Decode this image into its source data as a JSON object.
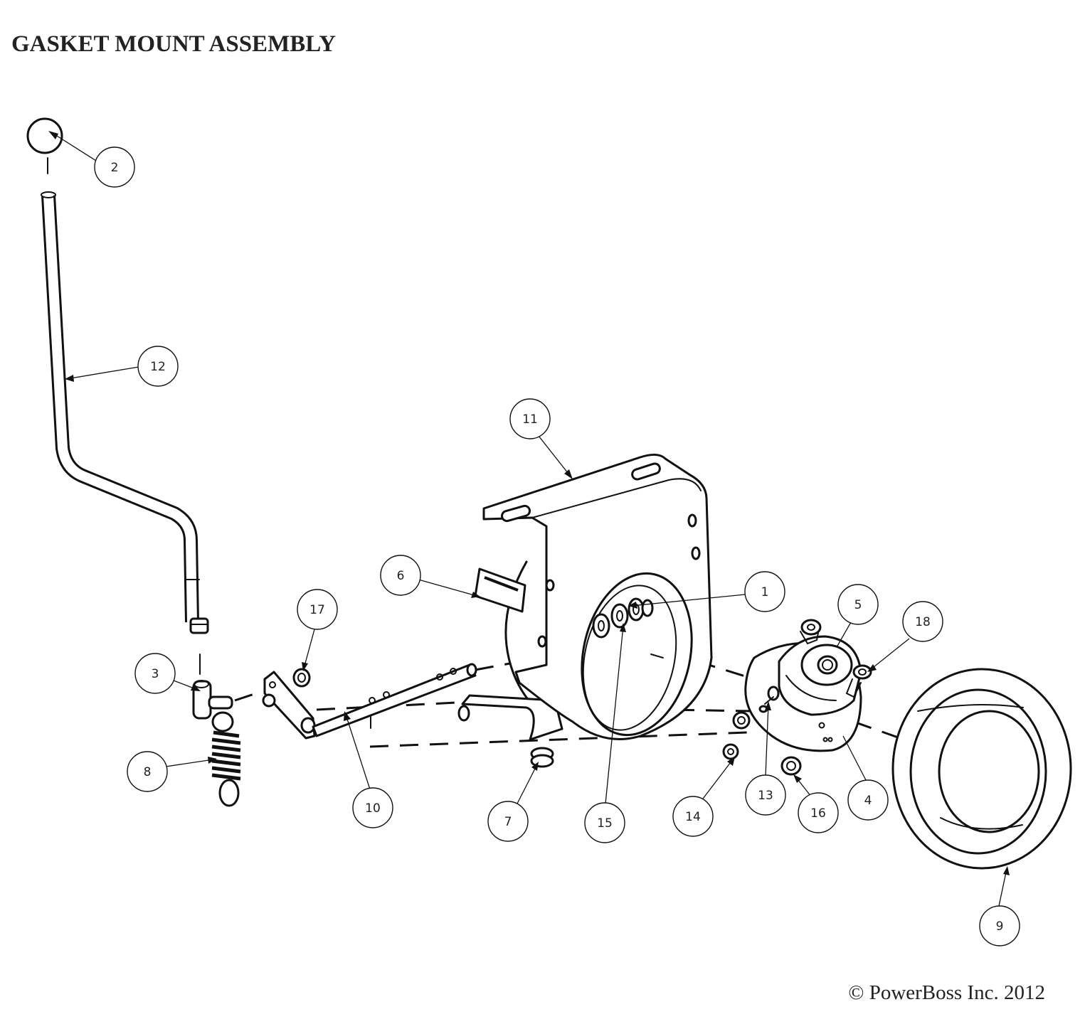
{
  "title": "GASKET MOUNT ASSEMBLY",
  "copyright": "© PowerBoss Inc. 2012",
  "callouts": [
    {
      "id": "1",
      "label": "1"
    },
    {
      "id": "2",
      "label": "2"
    },
    {
      "id": "3",
      "label": "3"
    },
    {
      "id": "4",
      "label": "4"
    },
    {
      "id": "5",
      "label": "5"
    },
    {
      "id": "6",
      "label": "6"
    },
    {
      "id": "7",
      "label": "7"
    },
    {
      "id": "8",
      "label": "8"
    },
    {
      "id": "9",
      "label": "9"
    },
    {
      "id": "10",
      "label": "10"
    },
    {
      "id": "11",
      "label": "11"
    },
    {
      "id": "12",
      "label": "12"
    },
    {
      "id": "13",
      "label": "13"
    },
    {
      "id": "14",
      "label": "14"
    },
    {
      "id": "15",
      "label": "15"
    },
    {
      "id": "16",
      "label": "16"
    },
    {
      "id": "17",
      "label": "17"
    },
    {
      "id": "18",
      "label": "18"
    }
  ]
}
